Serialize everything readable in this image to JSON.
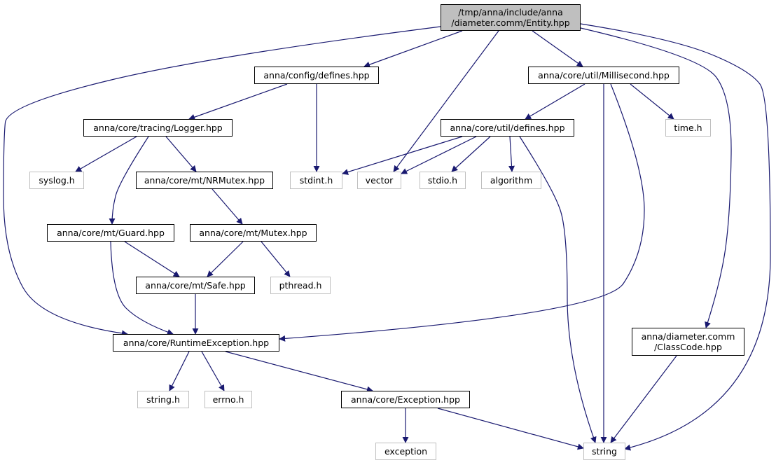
{
  "colors": {
    "edge": "#191970",
    "border": "#000000",
    "system_border": "#bfbfbf",
    "root_fill": "#bfbfbf"
  },
  "nodes": [
    {
      "id": "n0",
      "lines": [
        "/tmp/anna/include/anna",
        "/diameter.comm/Entity.hpp"
      ],
      "kind": "root"
    },
    {
      "id": "n1",
      "lines": [
        "anna/config/defines.hpp"
      ],
      "kind": "file"
    },
    {
      "id": "n2",
      "lines": [
        "anna/core/util/Millisecond.hpp"
      ],
      "kind": "file"
    },
    {
      "id": "n3",
      "lines": [
        "anna/core/tracing/Logger.hpp"
      ],
      "kind": "file"
    },
    {
      "id": "n4",
      "lines": [
        "anna/core/util/defines.hpp"
      ],
      "kind": "file"
    },
    {
      "id": "n5",
      "lines": [
        "time.h"
      ],
      "kind": "system"
    },
    {
      "id": "n6",
      "lines": [
        "syslog.h"
      ],
      "kind": "system"
    },
    {
      "id": "n7",
      "lines": [
        "anna/core/mt/NRMutex.hpp"
      ],
      "kind": "file"
    },
    {
      "id": "n8",
      "lines": [
        "stdint.h"
      ],
      "kind": "system"
    },
    {
      "id": "n9",
      "lines": [
        "vector"
      ],
      "kind": "system"
    },
    {
      "id": "n10",
      "lines": [
        "stdio.h"
      ],
      "kind": "system"
    },
    {
      "id": "n11",
      "lines": [
        "algorithm"
      ],
      "kind": "system"
    },
    {
      "id": "n12",
      "lines": [
        "anna/core/mt/Guard.hpp"
      ],
      "kind": "file"
    },
    {
      "id": "n13",
      "lines": [
        "anna/core/mt/Mutex.hpp"
      ],
      "kind": "file"
    },
    {
      "id": "n14",
      "lines": [
        "anna/core/mt/Safe.hpp"
      ],
      "kind": "file"
    },
    {
      "id": "n15",
      "lines": [
        "pthread.h"
      ],
      "kind": "system"
    },
    {
      "id": "n16",
      "lines": [
        "anna/core/RuntimeException.hpp"
      ],
      "kind": "file"
    },
    {
      "id": "n17",
      "lines": [
        "anna/diameter.comm",
        "/ClassCode.hpp"
      ],
      "kind": "file"
    },
    {
      "id": "n18",
      "lines": [
        "string.h"
      ],
      "kind": "system"
    },
    {
      "id": "n19",
      "lines": [
        "errno.h"
      ],
      "kind": "system"
    },
    {
      "id": "n20",
      "lines": [
        "anna/core/Exception.hpp"
      ],
      "kind": "file"
    },
    {
      "id": "n21",
      "lines": [
        "exception"
      ],
      "kind": "system"
    },
    {
      "id": "n22",
      "lines": [
        "string"
      ],
      "kind": "system"
    }
  ],
  "edges": [
    {
      "from": "n0",
      "to": "n1"
    },
    {
      "from": "n0",
      "to": "n2"
    },
    {
      "from": "n0",
      "to": "n9"
    },
    {
      "from": "n0",
      "to": "n16"
    },
    {
      "from": "n0",
      "to": "n17"
    },
    {
      "from": "n0",
      "to": "n22"
    },
    {
      "from": "n1",
      "to": "n3"
    },
    {
      "from": "n1",
      "to": "n8"
    },
    {
      "from": "n2",
      "to": "n4"
    },
    {
      "from": "n2",
      "to": "n5"
    },
    {
      "from": "n2",
      "to": "n22"
    },
    {
      "from": "n2",
      "to": "n16"
    },
    {
      "from": "n3",
      "to": "n6"
    },
    {
      "from": "n3",
      "to": "n7"
    },
    {
      "from": "n3",
      "to": "n12"
    },
    {
      "from": "n4",
      "to": "n8"
    },
    {
      "from": "n4",
      "to": "n9"
    },
    {
      "from": "n4",
      "to": "n10"
    },
    {
      "from": "n4",
      "to": "n11"
    },
    {
      "from": "n4",
      "to": "n22"
    },
    {
      "from": "n7",
      "to": "n13"
    },
    {
      "from": "n12",
      "to": "n14"
    },
    {
      "from": "n12",
      "to": "n16"
    },
    {
      "from": "n13",
      "to": "n14"
    },
    {
      "from": "n13",
      "to": "n15"
    },
    {
      "from": "n14",
      "to": "n16"
    },
    {
      "from": "n16",
      "to": "n18"
    },
    {
      "from": "n16",
      "to": "n19"
    },
    {
      "from": "n16",
      "to": "n20"
    },
    {
      "from": "n17",
      "to": "n22"
    },
    {
      "from": "n20",
      "to": "n21"
    },
    {
      "from": "n20",
      "to": "n22"
    }
  ]
}
